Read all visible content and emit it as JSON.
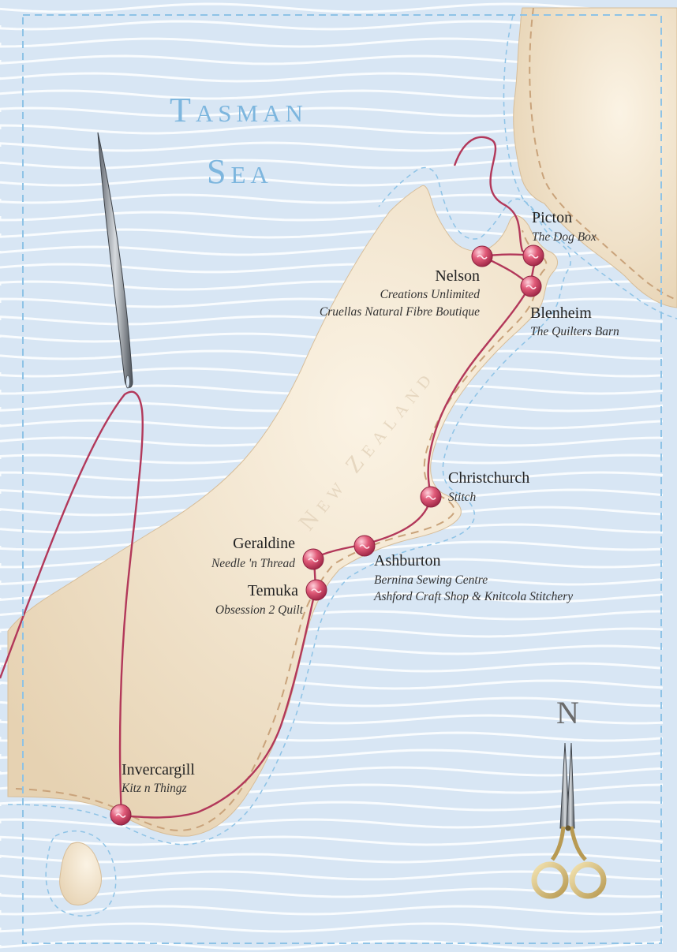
{
  "map": {
    "sea_name_line1": "Tasman",
    "sea_name_line2": "Sea",
    "country": "New Zealand",
    "north_letter": "N",
    "colors": {
      "sea": "#d8e6f4",
      "wave_lines": "#ffffff",
      "land": "#f1e3cc",
      "coast_dashed": "#c9a37b",
      "border": "#8ec3e6",
      "thread": "#b2385a",
      "pin": "#d44766"
    },
    "stops": [
      {
        "city": "Picton",
        "shops": [
          "The Dog Box"
        ]
      },
      {
        "city": "Nelson",
        "shops": [
          "Creations Unlimited",
          "Cruellas Natural Fibre Boutique"
        ]
      },
      {
        "city": "Blenheim",
        "shops": [
          "The Quilters Barn"
        ]
      },
      {
        "city": "Christchurch",
        "shops": [
          "Stitch"
        ]
      },
      {
        "city": "Geraldine",
        "shops": [
          "Needle 'n Thread"
        ]
      },
      {
        "city": "Ashburton",
        "shops": [
          "Bernina Sewing Centre",
          "Ashford Craft Shop & Knitcola Stitchery"
        ]
      },
      {
        "city": "Temuka",
        "shops": [
          "Obsession 2 Quilt"
        ]
      },
      {
        "city": "Invercargill",
        "shops": [
          "Kitz n Thingz"
        ]
      }
    ]
  }
}
